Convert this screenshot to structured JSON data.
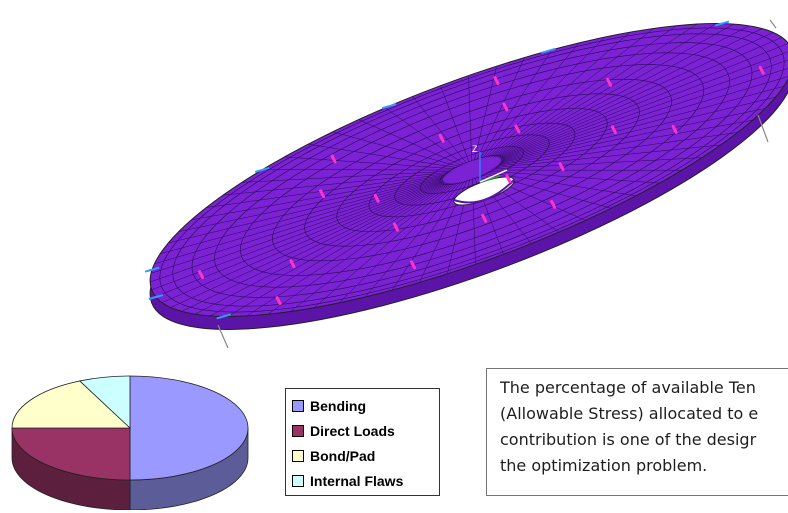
{
  "pie": {
    "chart_data": {
      "type": "pie",
      "categories": [
        "Bending",
        "Direct Loads",
        "Bond/Pad",
        "Internal Flaws"
      ],
      "values": [
        50,
        25,
        18,
        7
      ],
      "colors": [
        "#9999ff",
        "#993366",
        "#ffffcc",
        "#ccffff"
      ]
    }
  },
  "legend": {
    "items": [
      {
        "label": "Bending",
        "color": "#9999ff"
      },
      {
        "label": "Direct Loads",
        "color": "#993366"
      },
      {
        "label": "Bond/Pad",
        "color": "#ffffcc"
      },
      {
        "label": "Internal Flaws",
        "color": "#ccffff"
      }
    ]
  },
  "note": {
    "lines": [
      "The percentage of available Ten",
      "(Allowable Stress) allocated to e",
      "contribution is one of the desigr",
      "the optimization problem."
    ]
  },
  "mesh": {
    "disk_color": "#7a22d4",
    "node_color": "#ff33cc",
    "support_color": "#3399ff",
    "triad_label": "Z"
  }
}
